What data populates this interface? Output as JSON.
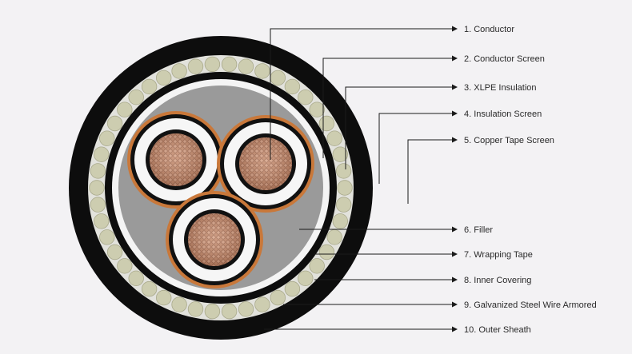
{
  "labels": [
    {
      "id": "conductor",
      "text": "1. Conductor"
    },
    {
      "id": "conductor-screen",
      "text": "2. Conductor Screen"
    },
    {
      "id": "xlpe-insulation",
      "text": "3. XLPE Insulation"
    },
    {
      "id": "insulation-screen",
      "text": "4. Insulation Screen"
    },
    {
      "id": "copper-tape-screen",
      "text": "5. Copper Tape Screen"
    },
    {
      "id": "filler",
      "text": "6. Filler"
    },
    {
      "id": "wrapping-tape",
      "text": "7. Wrapping Tape"
    },
    {
      "id": "inner-covering",
      "text": "8. Inner Covering"
    },
    {
      "id": "galvanized-steel-wire-armored",
      "text": "9. Galvanized Steel Wire Armored"
    },
    {
      "id": "outer-sheath",
      "text": "10. Outer Sheath"
    }
  ],
  "colors": {
    "background": "#f3f2f4",
    "outer_sheath": "#0d0d0d",
    "armor_band": "#e2e2dc",
    "armor_wire": "#cdcdb0",
    "filler": "#9a9a9a",
    "copper": "#c4876a",
    "copper_tape": "#c9783a",
    "insulation": "#f6f6f6",
    "semicon": "#111111",
    "leader_line": "#1a1a1a"
  }
}
